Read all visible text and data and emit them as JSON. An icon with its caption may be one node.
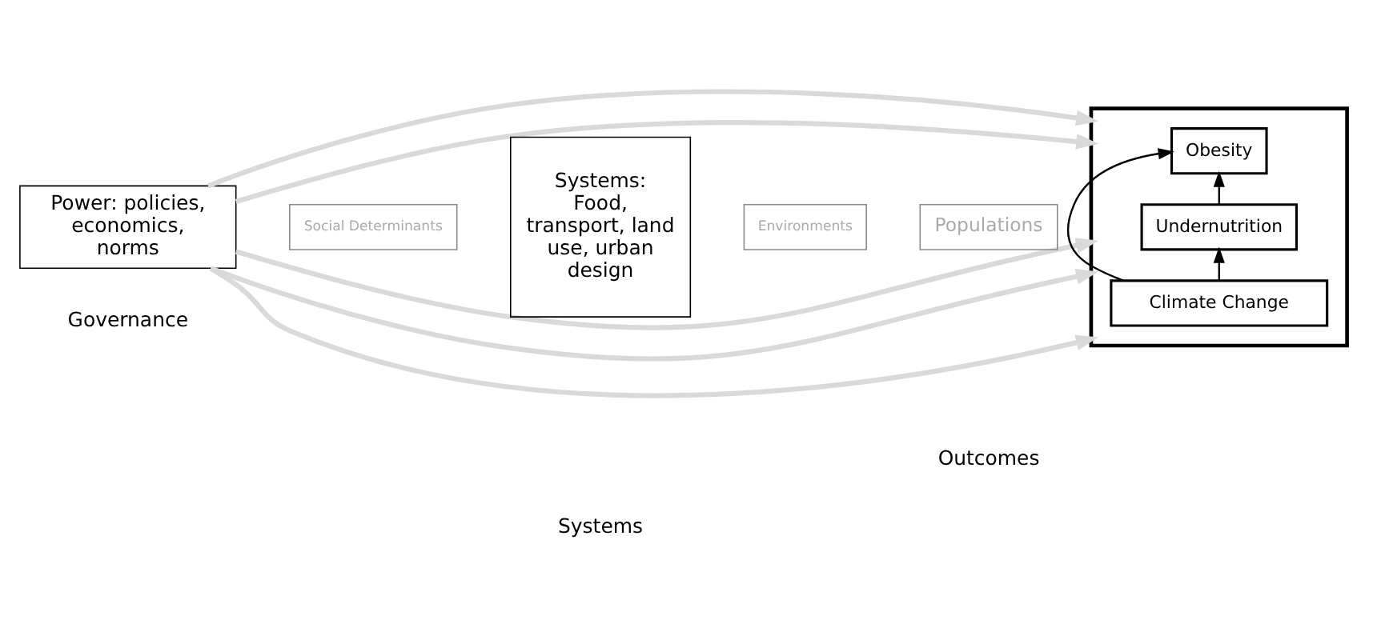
{
  "diagram": {
    "nodes": [
      {
        "text": [
          "Power: policies, economics, norms"
        ]
      },
      {
        "text": [
          "Social Determinants"
        ]
      },
      {
        "text": [
          "Systems: Food, transport, land use, urban design"
        ]
      },
      {
        "text": [
          "Environments"
        ]
      },
      {
        "text": [
          "Populations"
        ]
      },
      {
        "text": [],
        "shape": "box"
      },
      {
        "text": [
          "Obesity"
        ],
        "in": 5
      },
      {
        "text": [
          "Undernutrition"
        ],
        "in": 5
      },
      {
        "text": [
          "Climate Change"
        ],
        "in": 5
      }
    ],
    "edges": [
      {
        "from": 0,
        "to": 5,
        "arrow": "to"
      },
      {
        "from": 0,
        "to": 5,
        "arrow": "to"
      },
      {
        "from": 0,
        "to": 5,
        "arrow": "to"
      },
      {
        "from": 0,
        "to": 5,
        "arrow": "to"
      },
      {
        "from": 0,
        "to": 5,
        "arrow": "to"
      },
      {
        "from": 8,
        "to": 7,
        "arrow": "to",
        "color": "#000000"
      },
      {
        "from": 7,
        "to": 6,
        "arrow": "to",
        "color": "#000000"
      },
      {
        "from": 8,
        "to": 6,
        "arrow": "to",
        "color": "#000000"
      }
    ],
    "labels": [
      "Governance",
      "Systems",
      "Outcomes"
    ]
  }
}
